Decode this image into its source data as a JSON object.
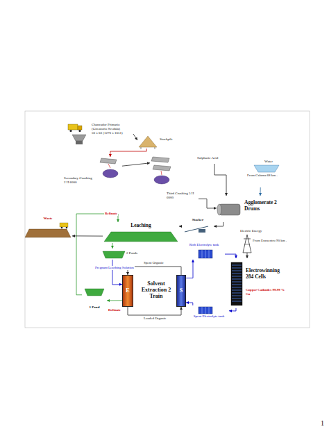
{
  "diagram": {
    "nodes": [
      {
        "text": [
          "Chancador Primario (Gireatorio Svedala)",
          "50 x 63 (1270 x 1651)"
        ]
      },
      {
        "text": [
          "Stockpile"
        ]
      },
      {
        "text": [
          "Secondary Crushing 2 H 6000"
        ]
      },
      {
        "text": [
          "Third Crushing 5 H 6000"
        ]
      },
      {
        "text": [
          "Sulphuric Acid"
        ]
      },
      {
        "text": [
          "Water",
          "From Calama 68 km ."
        ]
      },
      {
        "text": [
          "Agglomerate 2 Drums"
        ]
      },
      {
        "text": [
          "Leaching"
        ]
      },
      {
        "text": [
          "Stacker"
        ]
      },
      {
        "text": [
          "Waste"
        ]
      },
      {
        "text": [
          "2 Ponds"
        ]
      },
      {
        "text": [
          "1 Pond"
        ]
      },
      {
        "text": [
          "E"
        ]
      },
      {
        "text": [
          "S"
        ]
      },
      {
        "text": [
          "Rich Electrolyte tank"
        ]
      },
      {
        "text": [
          "Spent Electrolyte tank"
        ]
      },
      {
        "text": [
          "Electrowinning 284 Cells",
          "Copper Cathodes 99.99 % Cu"
        ]
      },
      {
        "text": [
          "Electric Energy",
          "From Encuentro 90 km ."
        ]
      }
    ],
    "edges": [
      {
        "from": 0,
        "to": 1,
        "arrow": "to"
      },
      {
        "from": 1,
        "to": 2,
        "arrow": "to"
      },
      {
        "from": 2,
        "to": 3,
        "arrow": "to"
      },
      {
        "from": 3,
        "to": 6,
        "arrow": "to"
      },
      {
        "from": 4,
        "to": 6,
        "arrow": "to"
      },
      {
        "from": 5,
        "to": 6,
        "arrow": "to"
      },
      {
        "from": 6,
        "to": 8,
        "arrow": "to"
      },
      {
        "from": 8,
        "to": 7,
        "arrow": "to"
      },
      {
        "from": 11,
        "to": 7,
        "label": "Refinate",
        "arrow": "to"
      },
      {
        "from": 7,
        "to": 9,
        "arrow": "to"
      },
      {
        "from": 7,
        "to": 10,
        "arrow": "to"
      },
      {
        "from": 10,
        "to": 12,
        "label": "Pregnant Leaching Solution",
        "arrow": "to"
      },
      {
        "from": 13,
        "to": 12,
        "label": "Spent Organic",
        "arrow": "to"
      },
      {
        "from": 12,
        "to": 13,
        "label": "Loaded Organic",
        "arrow": "to"
      },
      {
        "from": 12,
        "to": 11,
        "label": "Refinate",
        "arrow": "to"
      },
      {
        "from": 13,
        "to": 14,
        "arrow": "to"
      },
      {
        "from": 14,
        "to": 16,
        "arrow": "to"
      },
      {
        "from": 17,
        "to": 16,
        "arrow": "to"
      },
      {
        "from": 16,
        "to": 15,
        "arrow": "to"
      },
      {
        "from": 15,
        "to": 13,
        "arrow": "to"
      }
    ],
    "labels": [
      "Solvent Extraction 2 Train",
      "1"
    ]
  }
}
